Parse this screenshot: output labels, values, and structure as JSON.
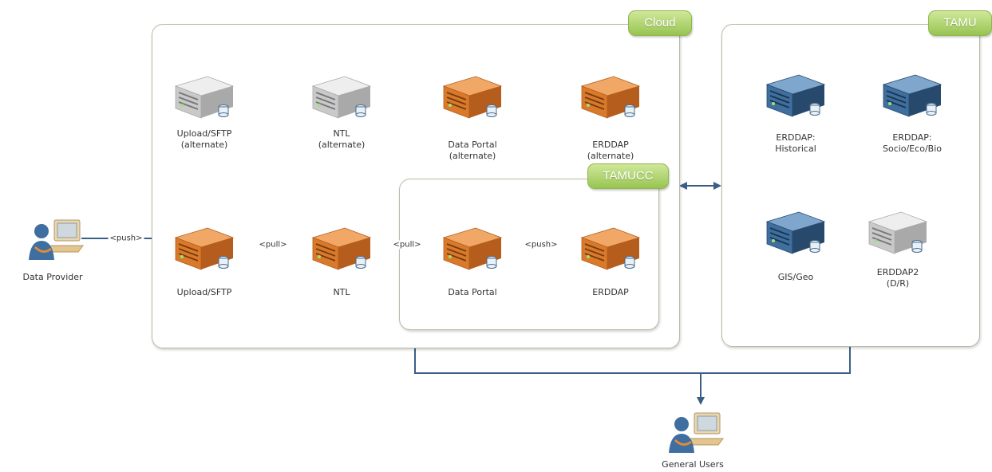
{
  "groups": {
    "cloud": "Cloud",
    "tamucc": "TAMUCC",
    "tamu": "TAMU"
  },
  "nodes": {
    "upload_alt": {
      "label1": "Upload/SFTP",
      "label2": "(alternate)"
    },
    "ntl_alt": {
      "label1": "NTL",
      "label2": "(alternate)"
    },
    "portal_alt": {
      "label1": "Data Portal",
      "label2": "(alternate)"
    },
    "erddap_alt": {
      "label1": "ERDDAP",
      "label2": "(alternate)"
    },
    "upload": {
      "label1": "Upload/SFTP"
    },
    "ntl": {
      "label1": "NTL"
    },
    "portal": {
      "label1": "Data Portal"
    },
    "erddap": {
      "label1": "ERDDAP"
    },
    "erddap_hist": {
      "label1": "ERDDAP:",
      "label2": "Historical"
    },
    "erddap_socio": {
      "label1": "ERDDAP:",
      "label2": "Socio/Eco/Bio"
    },
    "gis": {
      "label1": "GIS/Geo"
    },
    "erddap2": {
      "label1": "ERDDAP2",
      "label2": "(D/R)"
    },
    "provider": {
      "label1": "Data Provider"
    },
    "users": {
      "label1": "General Users"
    }
  },
  "edges": {
    "provider_upload": "<push>",
    "upload_ntl": "<pull>",
    "ntl_portal": "<pull>",
    "portal_erddap": "<push>"
  },
  "colors": {
    "orange_server": "#d97a2b",
    "gray_server": "#c9c9c9",
    "blue_server": "#3f6f9e",
    "connector": "#3a5f87",
    "alt_connector": "#bdbdbd",
    "tag_green": "#98c451"
  },
  "icons": {
    "server": "server-rack-icon",
    "user": "user-at-computer-icon"
  }
}
